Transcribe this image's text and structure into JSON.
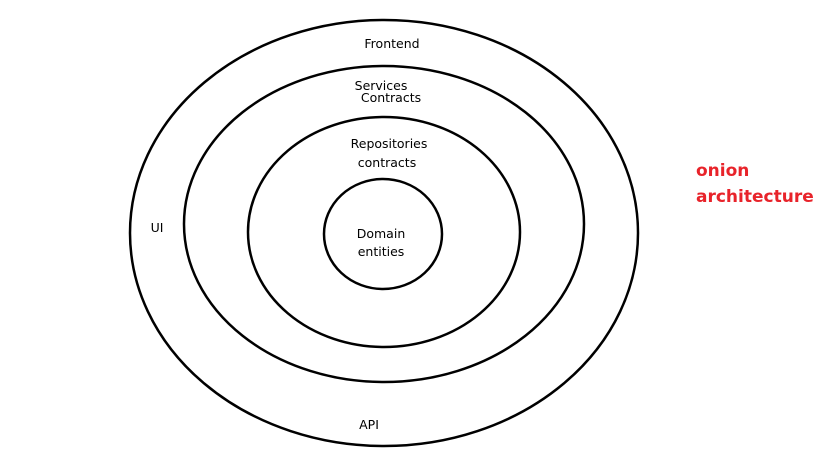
{
  "diagram": {
    "title": {
      "line1": "onion",
      "line2": "architecture",
      "color": "#e8232a"
    },
    "layers": {
      "outer": {
        "top_label": "Frontend",
        "left_label": "UI",
        "bottom_label": "API"
      },
      "services": {
        "line1": "Services",
        "line2": "Contracts"
      },
      "repositories": {
        "line1": "Repositories",
        "line2": "contracts"
      },
      "core": {
        "line1": "Domain",
        "line2": "entities"
      }
    },
    "stroke_color": "#000000"
  }
}
